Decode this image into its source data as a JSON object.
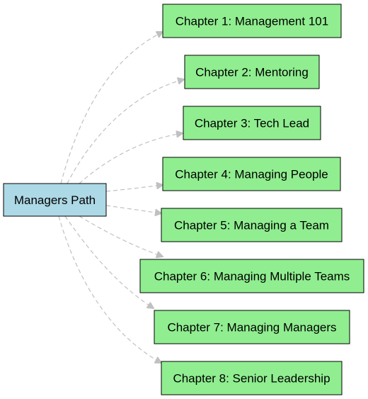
{
  "root": {
    "label": "Managers Path",
    "color": "#add8e6"
  },
  "chapter_color": "#90ee90",
  "edge_color": "#c0c0c0",
  "chapters": [
    {
      "label": "Chapter 1: Management 101"
    },
    {
      "label": "Chapter 2: Mentoring"
    },
    {
      "label": "Chapter 3: Tech Lead"
    },
    {
      "label": "Chapter 4: Managing People"
    },
    {
      "label": "Chapter 5: Managing a Team"
    },
    {
      "label": "Chapter 6: Managing Multiple Teams"
    },
    {
      "label": "Chapter 7: Managing Managers"
    },
    {
      "label": "Chapter 8: Senior Leadership"
    }
  ]
}
